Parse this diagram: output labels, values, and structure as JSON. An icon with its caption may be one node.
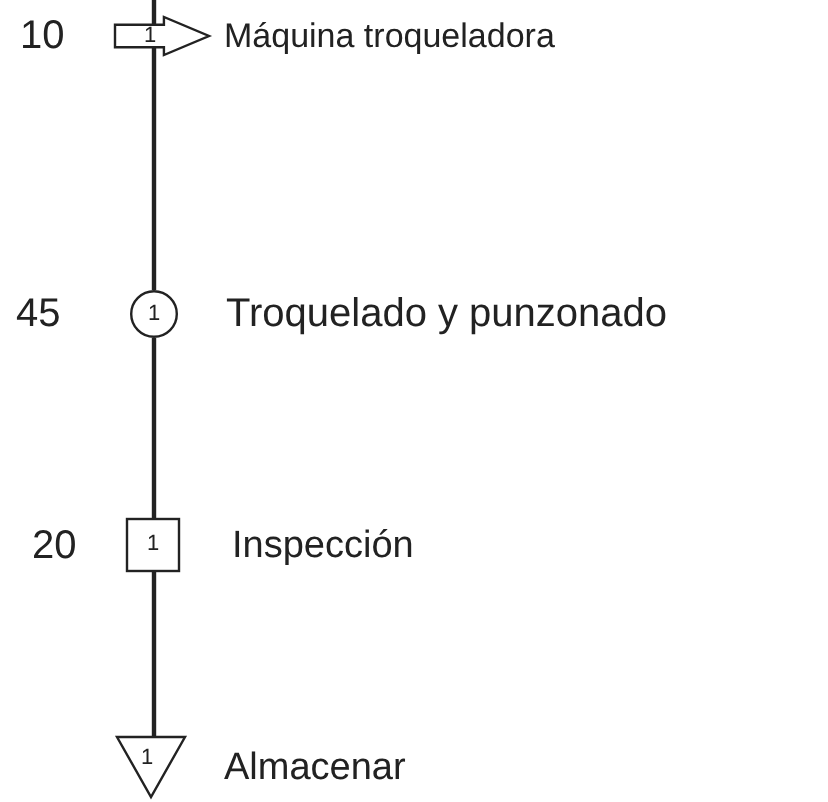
{
  "diagram": {
    "nodes": [
      {
        "text": [
          "1"
        ],
        "beside": [
          "10",
          "Máquina troqueladora"
        ]
      },
      {
        "text": [
          "1"
        ],
        "beside": [
          "45",
          "Troquelado y punzonado"
        ]
      },
      {
        "text": [
          "1"
        ],
        "beside": [
          "20",
          "Inspección"
        ]
      },
      {
        "text": [
          "1"
        ],
        "beside": [
          "Almacenar"
        ]
      }
    ],
    "edges": [
      {
        "from": null,
        "to": 0,
        "arrow": "none"
      },
      {
        "from": 0,
        "to": 1,
        "arrow": "none"
      },
      {
        "from": 1,
        "to": 2,
        "arrow": "none"
      },
      {
        "from": 2,
        "to": 3,
        "arrow": "none"
      }
    ]
  }
}
